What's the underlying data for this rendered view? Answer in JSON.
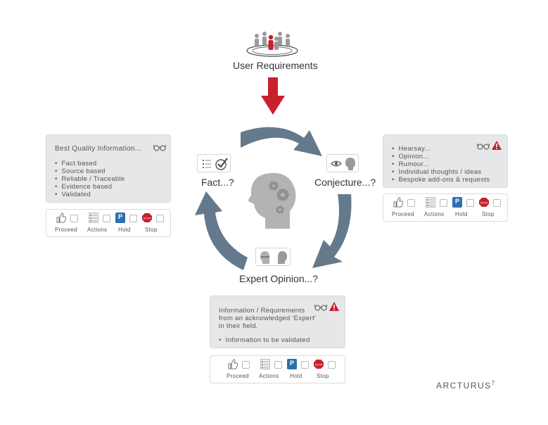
{
  "title": "User Requirements",
  "nodes": {
    "fact": "Fact...?",
    "conjecture": "Conjecture...?",
    "expert": "Expert Opinion...?"
  },
  "fact_box": {
    "title": "Best Quality Information...",
    "items": [
      "Fact based",
      "Source based",
      "Reliable / Traceable",
      "Evidence based",
      "Validated"
    ]
  },
  "conjecture_box": {
    "items": [
      "Hearsay...",
      "Opinion...",
      "Rumour...",
      "Individual thoughts / ideas",
      "Bespoke add-ons & requests"
    ]
  },
  "expert_box": {
    "lines": [
      "Information / Requirements",
      "from an acknowledged 'Expert'",
      "in their field."
    ],
    "items": [
      "Information to be validated"
    ]
  },
  "actions": {
    "proceed": "Proceed",
    "actions": "Actions",
    "hold": "Hold",
    "stop": "Stop",
    "hold_badge": "P",
    "stop_badge": "STOP"
  },
  "icons": {
    "people": "people-circle-icon",
    "down_arrow": "down-arrow-icon",
    "head": "head-gears-icon",
    "glasses": "glasses-icon",
    "warning": "warning-icon",
    "checklist": "checklist-icon",
    "check": "check-circle-icon",
    "eye": "eye-icon",
    "profiles": "two-profiles-icon",
    "thumbs_up": "thumbs-up-icon"
  },
  "colors": {
    "accent_red": "#c8202d",
    "cycle_arrow": "#647a8c",
    "box_grey": "#e6e7e8",
    "hold_blue": "#2f6fb0"
  },
  "logo": {
    "text": "ARCTURUS",
    "sup": "7"
  }
}
